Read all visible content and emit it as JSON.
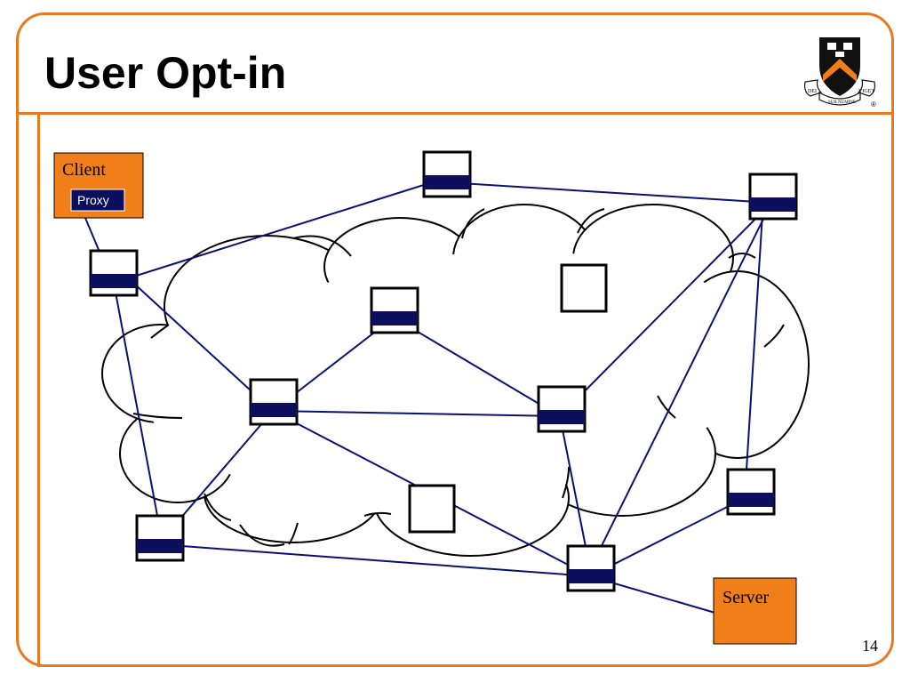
{
  "slide": {
    "title": "User Opt-in",
    "page_number": "14"
  },
  "colors": {
    "accent": "#E8791E",
    "box_fill": "#F07E19",
    "link": "#0B1172",
    "node_band": "#0B0F5E"
  },
  "logo": {
    "motto_left": "DEI",
    "motto_center": "SUB NUMINE",
    "motto_right": "VIGET",
    "registered": "®"
  },
  "diagram": {
    "client_label": "Client",
    "proxy_label": "Proxy",
    "server_label": "Server"
  }
}
